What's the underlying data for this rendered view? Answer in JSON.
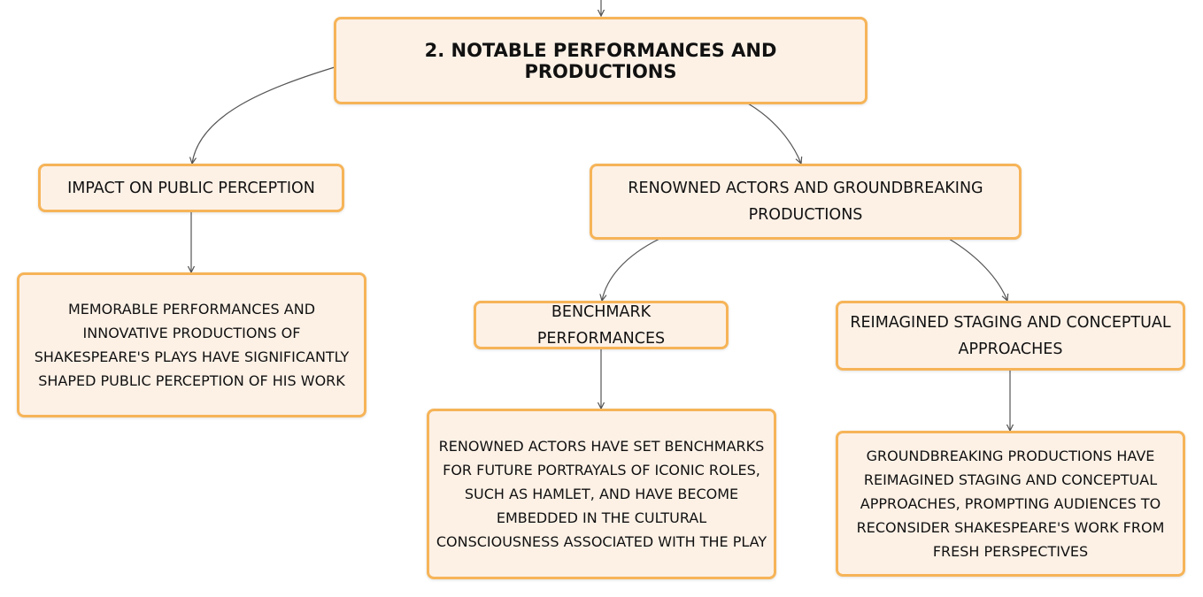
{
  "diagram": {
    "root": {
      "label": "2. NOTABLE PERFORMANCES AND PRODUCTIONS"
    },
    "impact": {
      "label": "IMPACT ON PUBLIC PERCEPTION",
      "detail": "MEMORABLE PERFORMANCES AND INNOVATIVE PRODUCTIONS OF SHAKESPEARE'S PLAYS HAVE SIGNIFICANTLY SHAPED PUBLIC PERCEPTION OF HIS WORK"
    },
    "renowned": {
      "label": "RENOWNED ACTORS AND GROUNDBREAKING PRODUCTIONS"
    },
    "benchmark": {
      "label": "BENCHMARK PERFORMANCES",
      "detail": "RENOWNED ACTORS HAVE SET BENCHMARKS FOR FUTURE PORTRAYALS OF ICONIC ROLES, SUCH AS HAMLET, AND HAVE BECOME EMBEDDED IN THE CULTURAL CONSCIOUSNESS ASSOCIATED WITH THE PLAY"
    },
    "reimagined": {
      "label": "REIMAGINED STAGING AND CONCEPTUAL APPROACHES",
      "detail": "GROUNDBREAKING PRODUCTIONS HAVE REIMAGINED STAGING AND CONCEPTUAL APPROACHES, PROMPTING AUDIENCES TO RECONSIDER SHAKESPEARE'S WORK FROM FRESH PERSPECTIVES"
    }
  }
}
